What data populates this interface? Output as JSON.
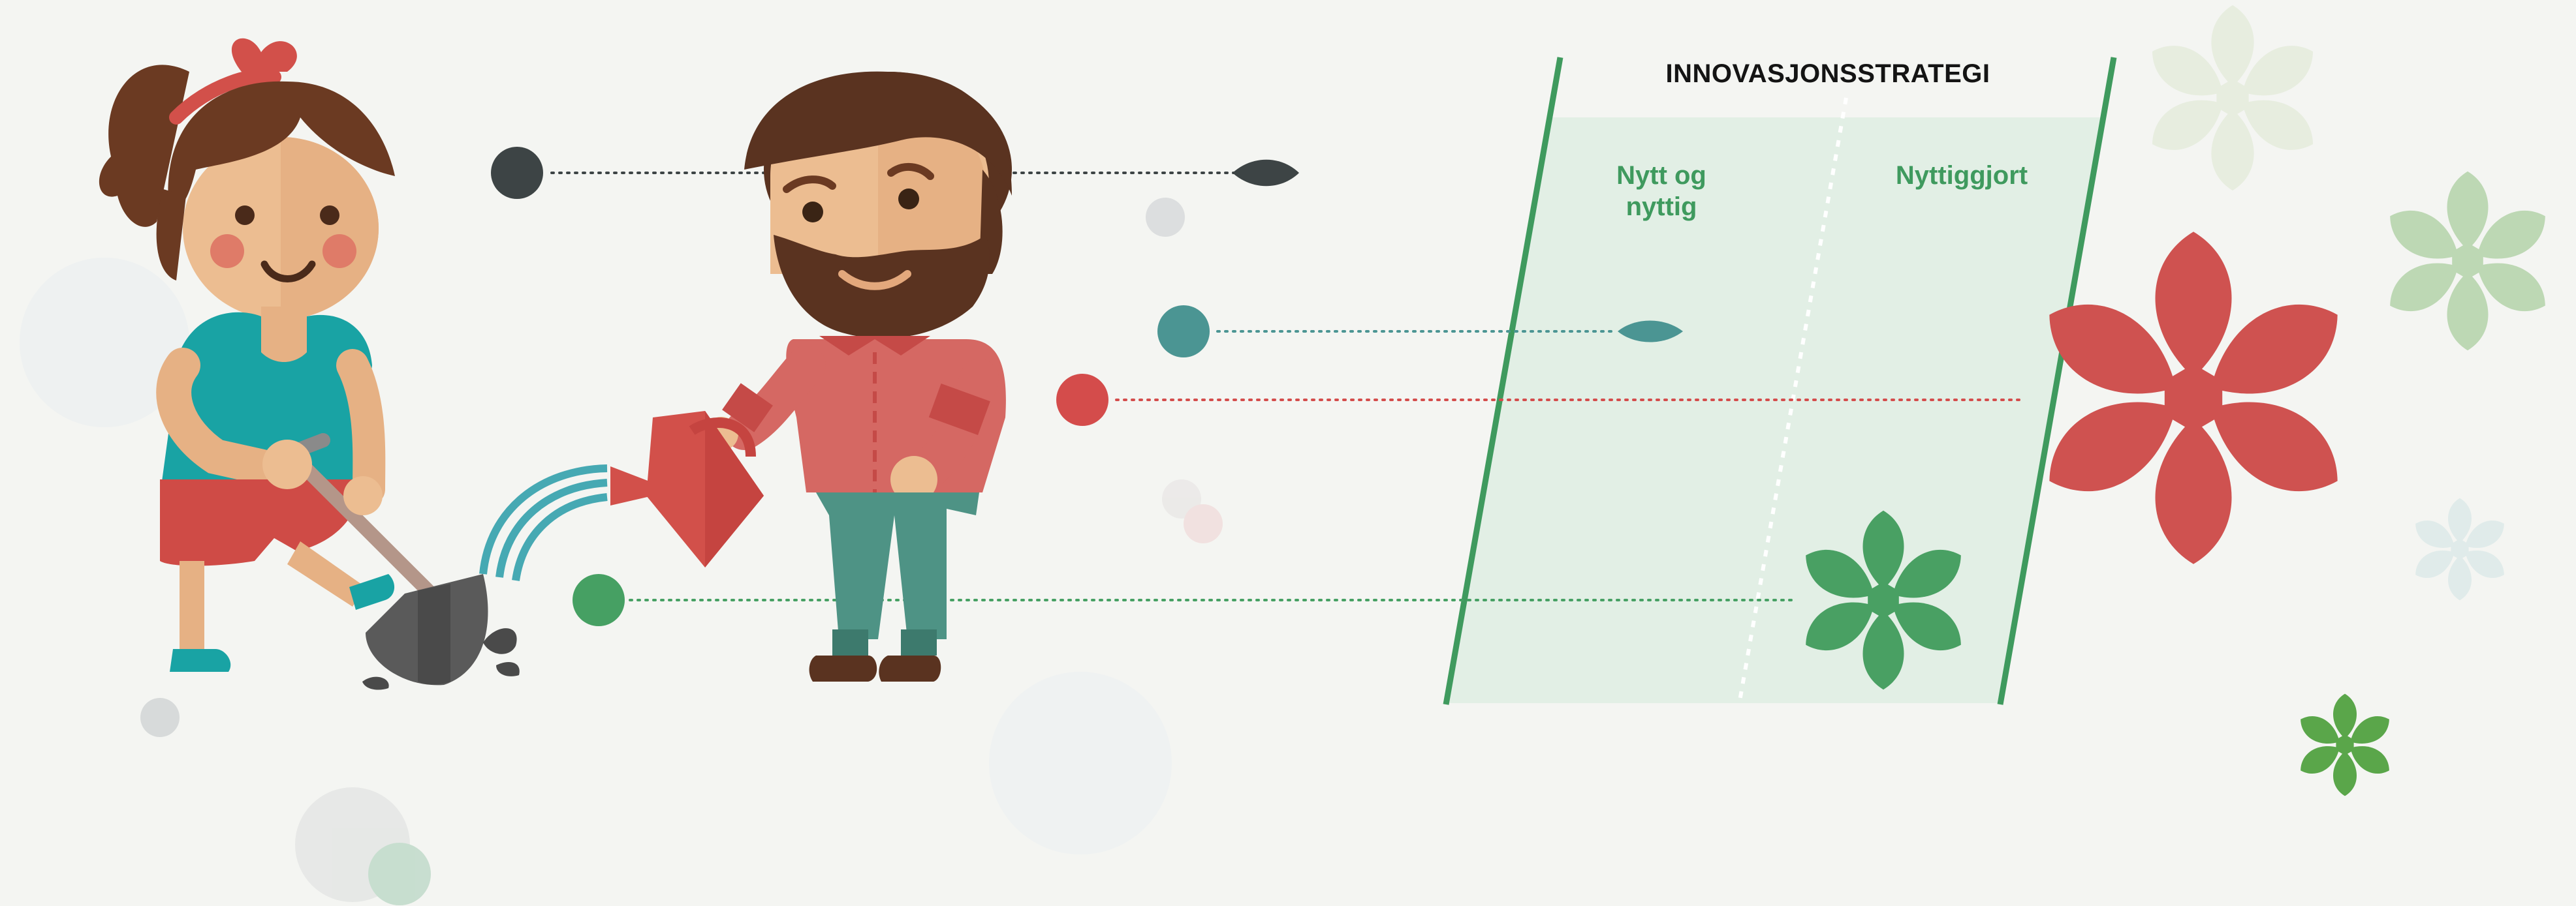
{
  "strategy": {
    "title": "INNOVASJONSSTRATEGI",
    "columns": [
      {
        "label_lines": [
          "Nytt og",
          "nyttig"
        ]
      },
      {
        "label_lines": [
          "Nyttiggjort"
        ]
      }
    ]
  },
  "colors": {
    "background": "#f4f5f2",
    "panel_fill": "#e2efe5",
    "panel_border": "#3f9a5e",
    "label_green": "#3f9a5e",
    "flower_red": "#cf5250",
    "flower_green": "#49a063",
    "dot_dark": "#3d4445",
    "dot_teal": "#4b9593",
    "dot_red": "#d44c4b",
    "dot_green": "#46a063"
  },
  "icons": [
    "girl-with-shovel-illustration",
    "bearded-man-with-watering-can-illustration",
    "seed-icon",
    "sprout-icon",
    "large-red-flower-icon",
    "green-flower-icon"
  ]
}
